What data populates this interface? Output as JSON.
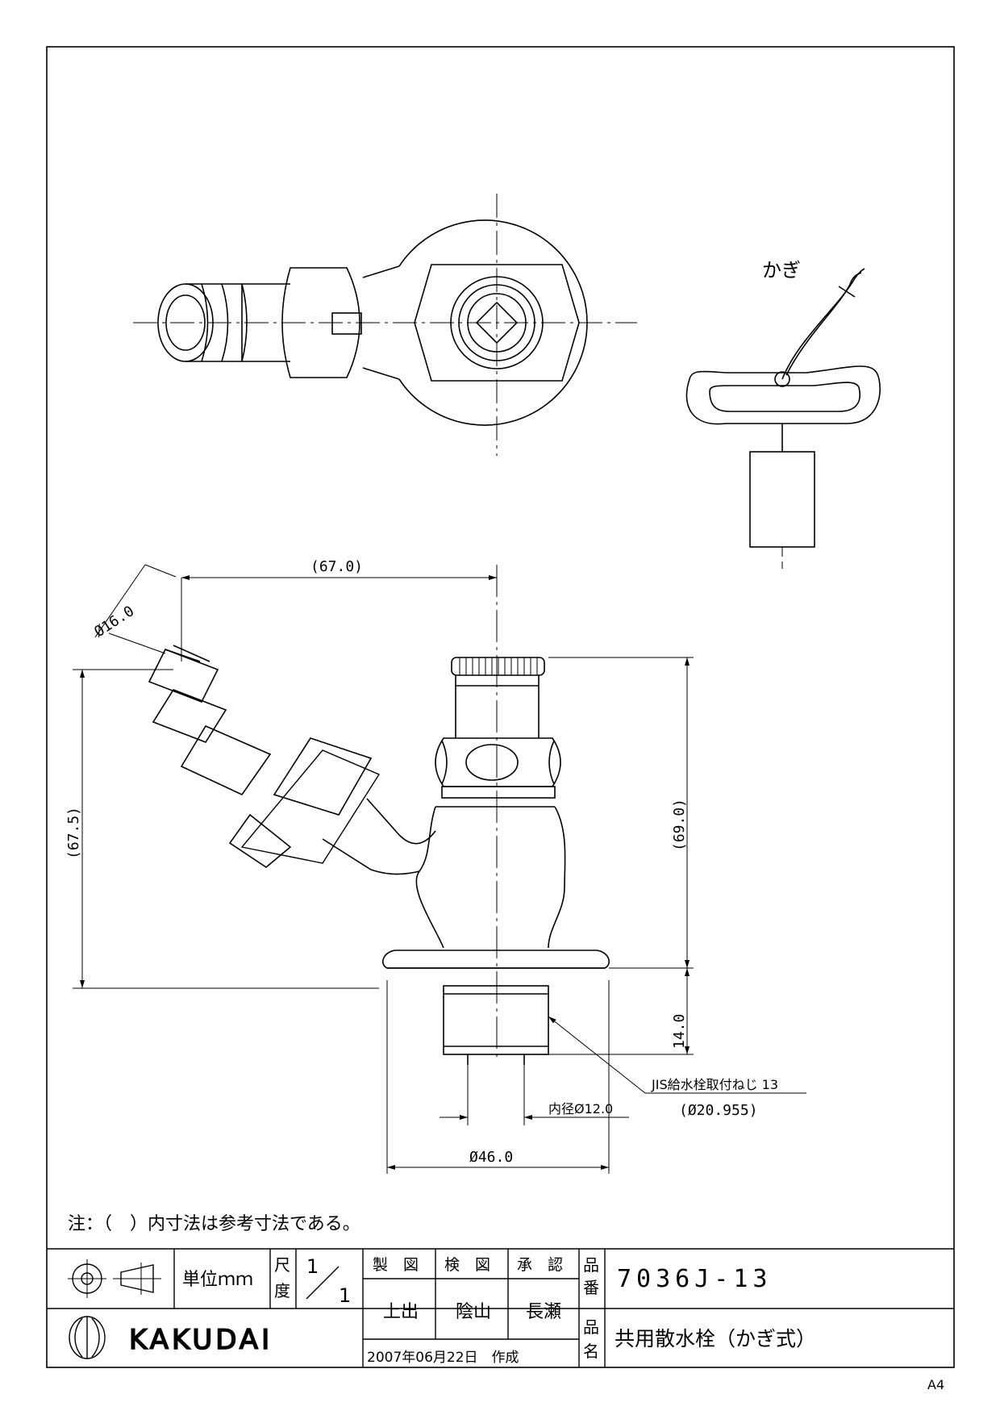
{
  "drawing": {
    "key_label": "かぎ",
    "dimensions": {
      "width_67": "(67.0)",
      "hose_dia": "Ø16.0",
      "height_67_5": "(67.5)",
      "height_69": "(69.0)",
      "thread_len": "14.0",
      "inner_dia": "内径Ø12.0",
      "base_dia": "Ø46.0",
      "thread_label": "JIS給水栓取付ねじ 13",
      "thread_dia": "(Ø20.955)"
    },
    "note": "注：（　）内寸法は参考寸法である。"
  },
  "title_block": {
    "unit": "単位ｍｍ",
    "scale_label_1": "尺",
    "scale_label_2": "度",
    "scale_num": "1",
    "scale_den": "1",
    "hdr_made": "製　図",
    "hdr_check": "検　図",
    "hdr_approve": "承　認",
    "name_made": "上出",
    "name_check": "陰山",
    "name_approve": "長瀬",
    "date": "2007年06月22日　作成",
    "part_no_label_1": "品",
    "part_no_label_2": "番",
    "part_no": "7036J-13",
    "part_name_label_1": "品",
    "part_name_label_2": "名",
    "part_name": "共用散水栓（かぎ式）",
    "brand": "KAKUDAI",
    "paper": "A4"
  },
  "colors": {
    "line": "#000000",
    "paper": "#ffffff"
  }
}
